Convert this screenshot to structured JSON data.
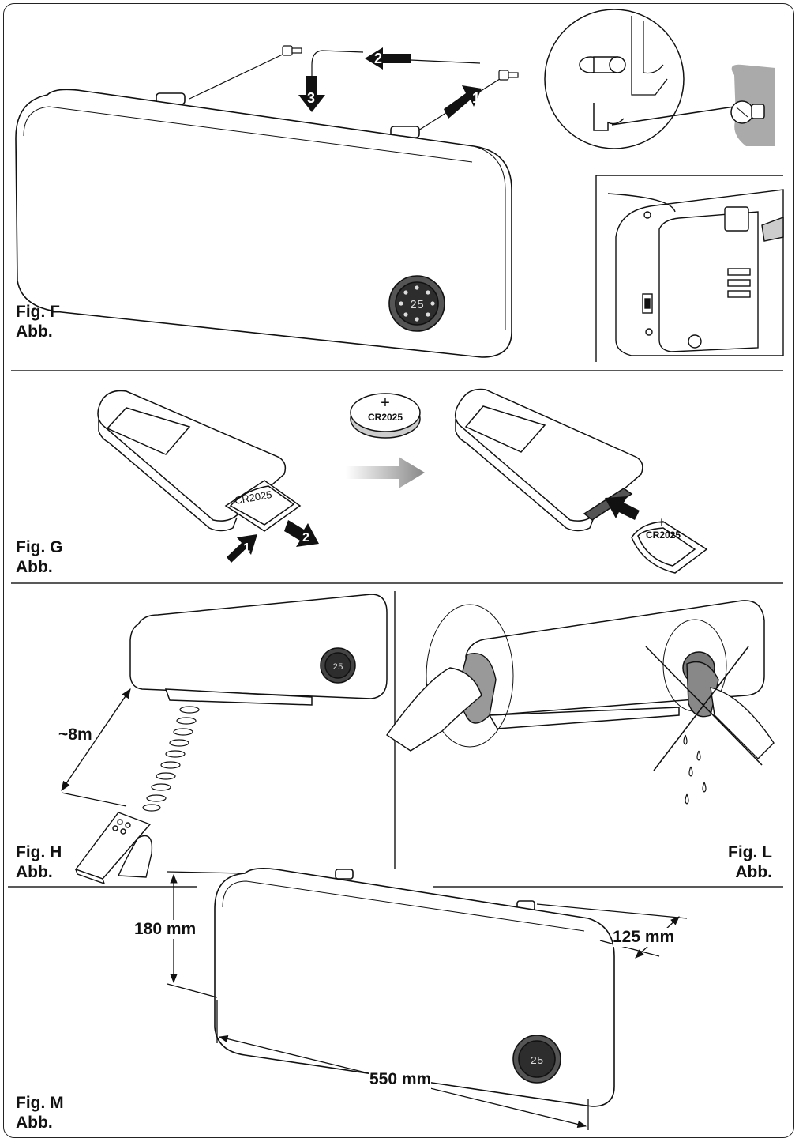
{
  "figures": {
    "f": {
      "fig": "Fig. F",
      "abb": "Abb.",
      "display": "25",
      "steps": [
        "1",
        "2",
        "3"
      ]
    },
    "g": {
      "fig": "Fig. G",
      "abb": "Abb.",
      "battery": "CR2025",
      "battery_sign": "+",
      "steps": [
        "1",
        "2"
      ]
    },
    "h": {
      "fig": "Fig. H",
      "abb": "Abb.",
      "range": "~8m",
      "display": "25"
    },
    "l": {
      "fig": "Fig. L",
      "abb": "Abb."
    },
    "m": {
      "fig": "Fig. M",
      "abb": "Abb.",
      "height": "180 mm",
      "depth": "125 mm",
      "width": "550 mm",
      "display": "25"
    }
  }
}
